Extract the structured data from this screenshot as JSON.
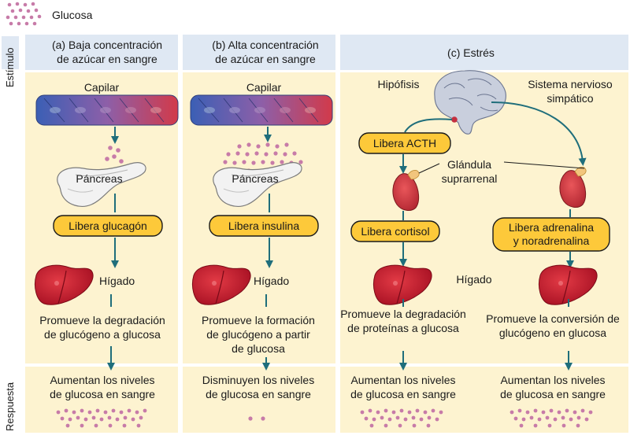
{
  "legend": {
    "label": "Glucosa"
  },
  "side_labels": {
    "stimulus": "Estímulo",
    "response": "Respuesta"
  },
  "columns": {
    "a": {
      "header": [
        "(a) Baja concentración",
        "de azúcar en sangre"
      ],
      "vessel": "Capilar",
      "organ": "Páncreas",
      "action": "Libera glucagón",
      "liver": "Hígado",
      "effect": [
        "Promueve la degradación",
        "de glucógeno a glucosa"
      ],
      "response": [
        "Aumentan los niveles",
        "de glucosa en sangre"
      ]
    },
    "b": {
      "header": [
        "(b) Alta concentración",
        "de azúcar en sangre"
      ],
      "vessel": "Capilar",
      "organ": "Páncreas",
      "action": "Libera insulina",
      "liver": "Hígado",
      "effect": [
        "Promueve la formación",
        "de glucógeno a partir",
        "de glucosa"
      ],
      "response": [
        "Disminuyen los niveles",
        "de glucosa en sangre"
      ]
    },
    "c": {
      "header": "(c) Estrés",
      "pituitary": "Hipófisis",
      "nervous": [
        "Sistema nervioso",
        "simpático"
      ],
      "acth": "Libera ACTH",
      "adrenal": [
        "Glándula",
        "suprarrenal"
      ],
      "cortisol": "Libera cortisol",
      "adrenaline": [
        "Libera adrenalina",
        "y noradrenalina"
      ],
      "liver": "Hígado",
      "effect_left": [
        "Promueve la degradación",
        "de proteínas a glucosa"
      ],
      "effect_right": [
        "Promueve la conversión de",
        "glucógeno en glucosa"
      ],
      "response_left": [
        "Aumentan los niveles",
        "de glucosa en sangre"
      ],
      "response_right": [
        "Aumentan los niveles",
        "de glucosa en sangre"
      ]
    }
  },
  "colors": {
    "panel": "#fdf3d0",
    "header_panel": "#dfe8f3",
    "arrow": "#1f6e7b",
    "glucose": "#c77ba8",
    "pill": "#fdc93a",
    "liver": "#c8172d",
    "adrenal": "#c8343b"
  }
}
